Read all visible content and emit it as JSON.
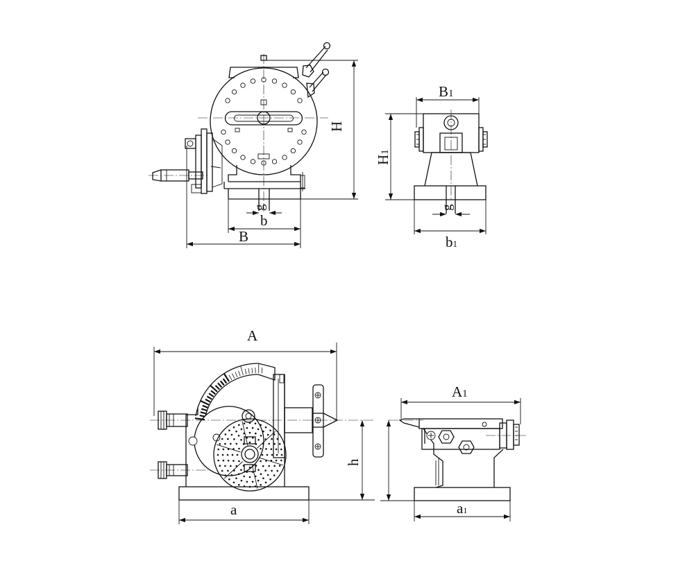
{
  "labels": {
    "H": "H",
    "B": "B",
    "b": "b",
    "g": "g",
    "B1": "B",
    "B1_sub": "1",
    "H1": "H",
    "H1_sub": "1",
    "g2": "g",
    "b1": "b",
    "b1_sub": "1",
    "A": "A",
    "A1": "A",
    "A1_sub": "1",
    "h": "h",
    "a": "a",
    "a1": "a",
    "a1_sub": "1"
  },
  "colors": {
    "line": "#111111",
    "background": "#ffffff"
  }
}
